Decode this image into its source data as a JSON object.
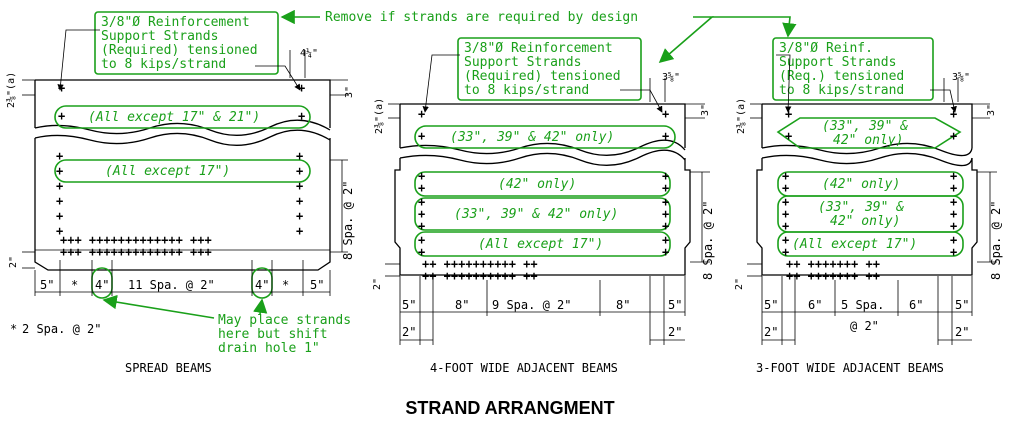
{
  "title": "STRAND ARRANGMENT",
  "note_remove": "Remove if strands are required by design",
  "note_asterisk": "2 Spa. @ 2\"",
  "note_drain": [
    "May place strands",
    "here but shift",
    "drain hole 1\""
  ],
  "spread": {
    "caption": "SPREAD BEAMS",
    "callout": [
      "3/8\"Ø Reinforcement",
      "Support Strands",
      "(Required) tensioned",
      "to 8 kips/strand"
    ],
    "row_top": "(All except 17\" & 21\")",
    "row_mid": "(All except 17\")",
    "dim_left_a": "2⅜\"(a)",
    "dim_right_top": "4¼\"",
    "dim_3": "3\"",
    "dim_8spa": "8 Spa. @ 2\"",
    "dim_bottom_2": "2\"",
    "bottom_dims": [
      "5\"",
      "*",
      "4\"",
      "11 Spa. @ 2\"",
      "4\"",
      "*",
      "5\""
    ]
  },
  "adj4": {
    "caption": "4-FOOT WIDE ADJACENT BEAMS",
    "callout": [
      "3/8\"Ø Reinforcement",
      "Support Strands",
      "(Required) tensioned",
      "to 8 kips/strand"
    ],
    "row_top": "(33\", 39\" & 42\" only)",
    "row_a": "(42\" only)",
    "row_b": "(33\", 39\" & 42\" only)",
    "row_c": "(All except 17\")",
    "dim_left_a": "2⅜\"(a)",
    "dim_right_top": "3⅝\"",
    "dim_3": "3\"",
    "dim_8spa": "8 Spa. @ 2\"",
    "dim_bottom_2": "2\"",
    "bottom_dims": [
      "5\"",
      "8\"",
      "9 Spa. @ 2\"",
      "8\"",
      "5\""
    ],
    "under_dims": [
      "2\"",
      "2\""
    ]
  },
  "adj3": {
    "caption": "3-FOOT WIDE ADJACENT BEAMS",
    "callout": [
      "3/8\"Ø Reinf.",
      "Support Strands",
      "(Req.) tensioned",
      "to 8 kips/strand"
    ],
    "row_top": [
      "(33\", 39\" &",
      "42\" only)"
    ],
    "row_a": "(42\" only)",
    "row_b": [
      "(33\", 39\" &",
      "42\" only)"
    ],
    "row_c": "(All except 17\")",
    "dim_left_a": "2⅜\"(a)",
    "dim_right_top": "3⅝\"",
    "dim_3": "3\"",
    "dim_8spa": "8 Spa. @ 2\"",
    "dim_bottom_2": "2\"",
    "bottom_dims": [
      "5\"",
      "6\"",
      "5 Spa.",
      "6\"",
      "5\""
    ],
    "bottom_sub": "@ 2\"",
    "under_dims": [
      "2\"",
      "2\""
    ]
  }
}
